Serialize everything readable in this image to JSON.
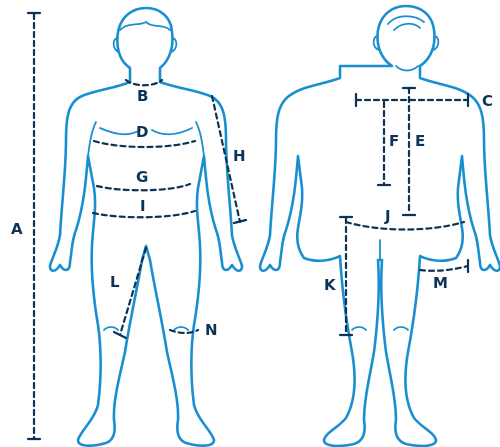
{
  "diagram": {
    "line_color": "#1a8fd0",
    "measure_color": "#0d3356",
    "labels": {
      "A": "A",
      "B": "B",
      "C": "C",
      "D": "D",
      "E": "E",
      "F": "F",
      "G": "G",
      "H": "H",
      "I": "I",
      "J": "J",
      "K": "K",
      "L": "L",
      "M": "M",
      "N": "N"
    }
  }
}
